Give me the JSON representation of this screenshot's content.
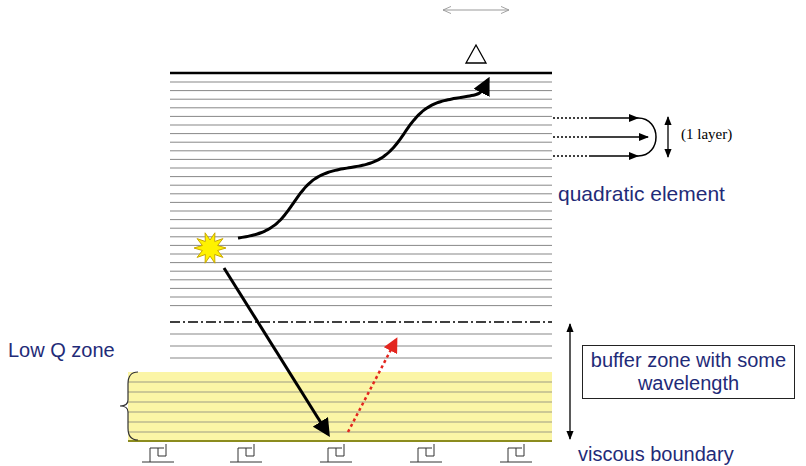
{
  "diagram": {
    "nodes": [
      {
        "text": [
          "buffer zone with some wavelength"
        ]
      }
    ],
    "labels": [
      "(1 layer)",
      "quadratic element",
      "Low Q zone",
      "viscous boundary"
    ]
  }
}
